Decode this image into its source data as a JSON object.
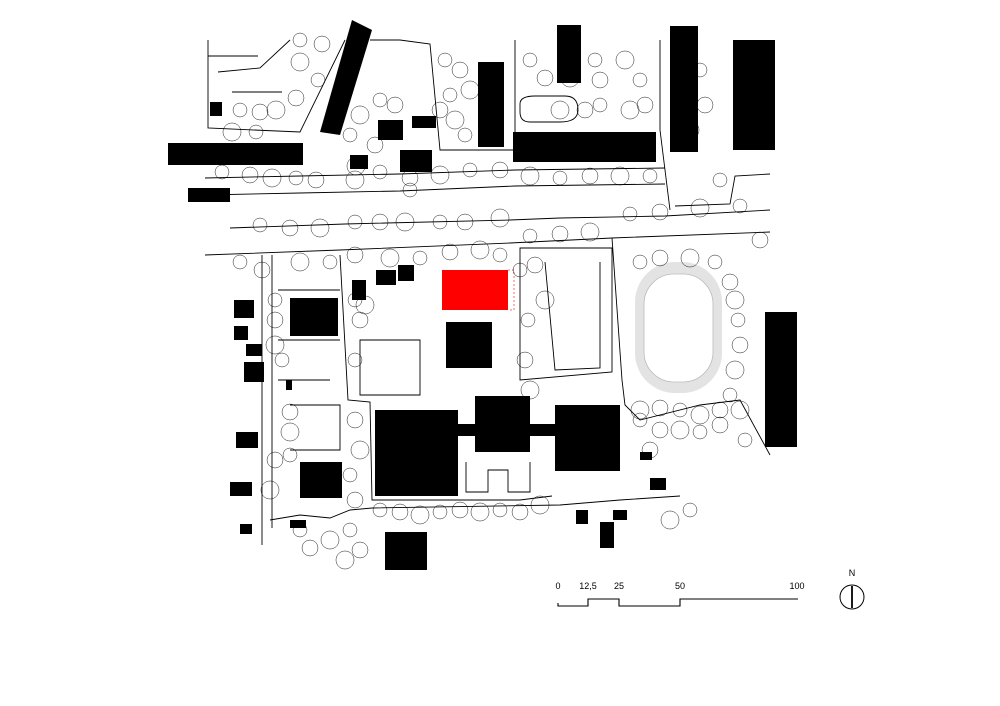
{
  "scale_bar": {
    "labels": [
      "0",
      "12,5",
      "25",
      "50",
      "100"
    ]
  },
  "north_arrow": {
    "label": "N"
  },
  "colors": {
    "highlight": "#ff0000",
    "buildings": "#000000",
    "track": "#e3e3e3",
    "background": "#ffffff"
  }
}
